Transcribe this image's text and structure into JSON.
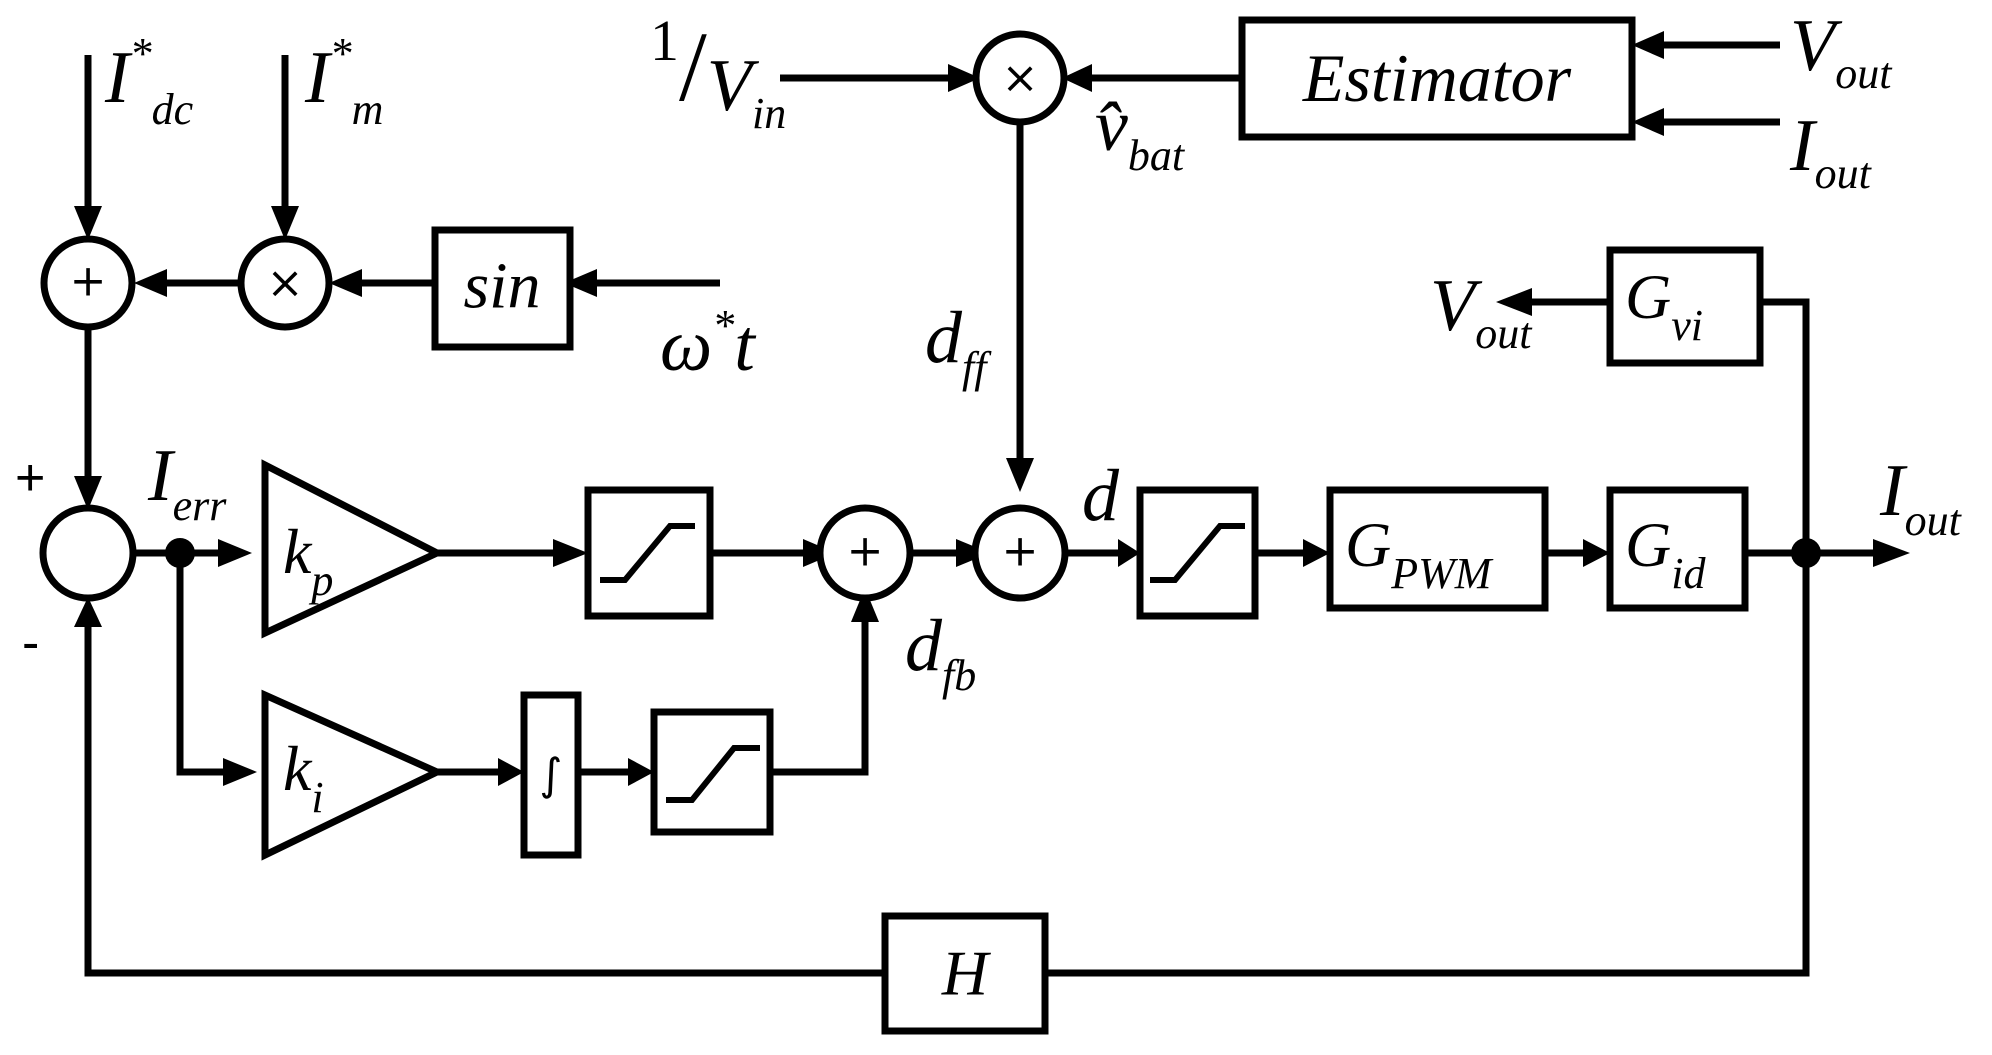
{
  "diagram": {
    "blocks": {
      "estimator": "Estimator",
      "sin": "sin",
      "integrator": "∫",
      "g_pwm_main": "G",
      "g_pwm_sub": "PWM",
      "g_id_main": "G",
      "g_id_sub": "id",
      "g_vi_main": "G",
      "g_vi_sub": "vi",
      "h": "H"
    },
    "gains": {
      "kp_main": "k",
      "kp_sub": "p",
      "ki_main": "k",
      "ki_sub": "i"
    },
    "junctions": {
      "sum_ref": "+",
      "mult_ref": "×",
      "mult_ff": "×",
      "sum_fb": "+",
      "sum_d": "+"
    },
    "signs": {
      "plus": "+",
      "minus": "-"
    },
    "signals": {
      "idc_main": "I",
      "idc_star": "*",
      "idc_sub": "dc",
      "im_main": "I",
      "im_star": "*",
      "im_sub": "m",
      "omega": "ω",
      "omega_star": "*",
      "omega_t": "t",
      "inv_vin_num": "1",
      "inv_vin_slash": "/",
      "inv_vin_main": "V",
      "inv_vin_sub": "in",
      "vbat_main": "v̂",
      "vbat_sub": "bat",
      "vout_in_main": "V",
      "vout_in_sub": "out",
      "iout_in_main": "I",
      "iout_in_sub": "out",
      "ierr_main": "I",
      "ierr_sub": "err",
      "dff_main": "d",
      "dff_sub": "ff",
      "dfb_main": "d",
      "dfb_sub": "fb",
      "d": "d",
      "vout_main": "V",
      "vout_sub": "out",
      "iout_main": "I",
      "iout_sub": "out"
    }
  }
}
